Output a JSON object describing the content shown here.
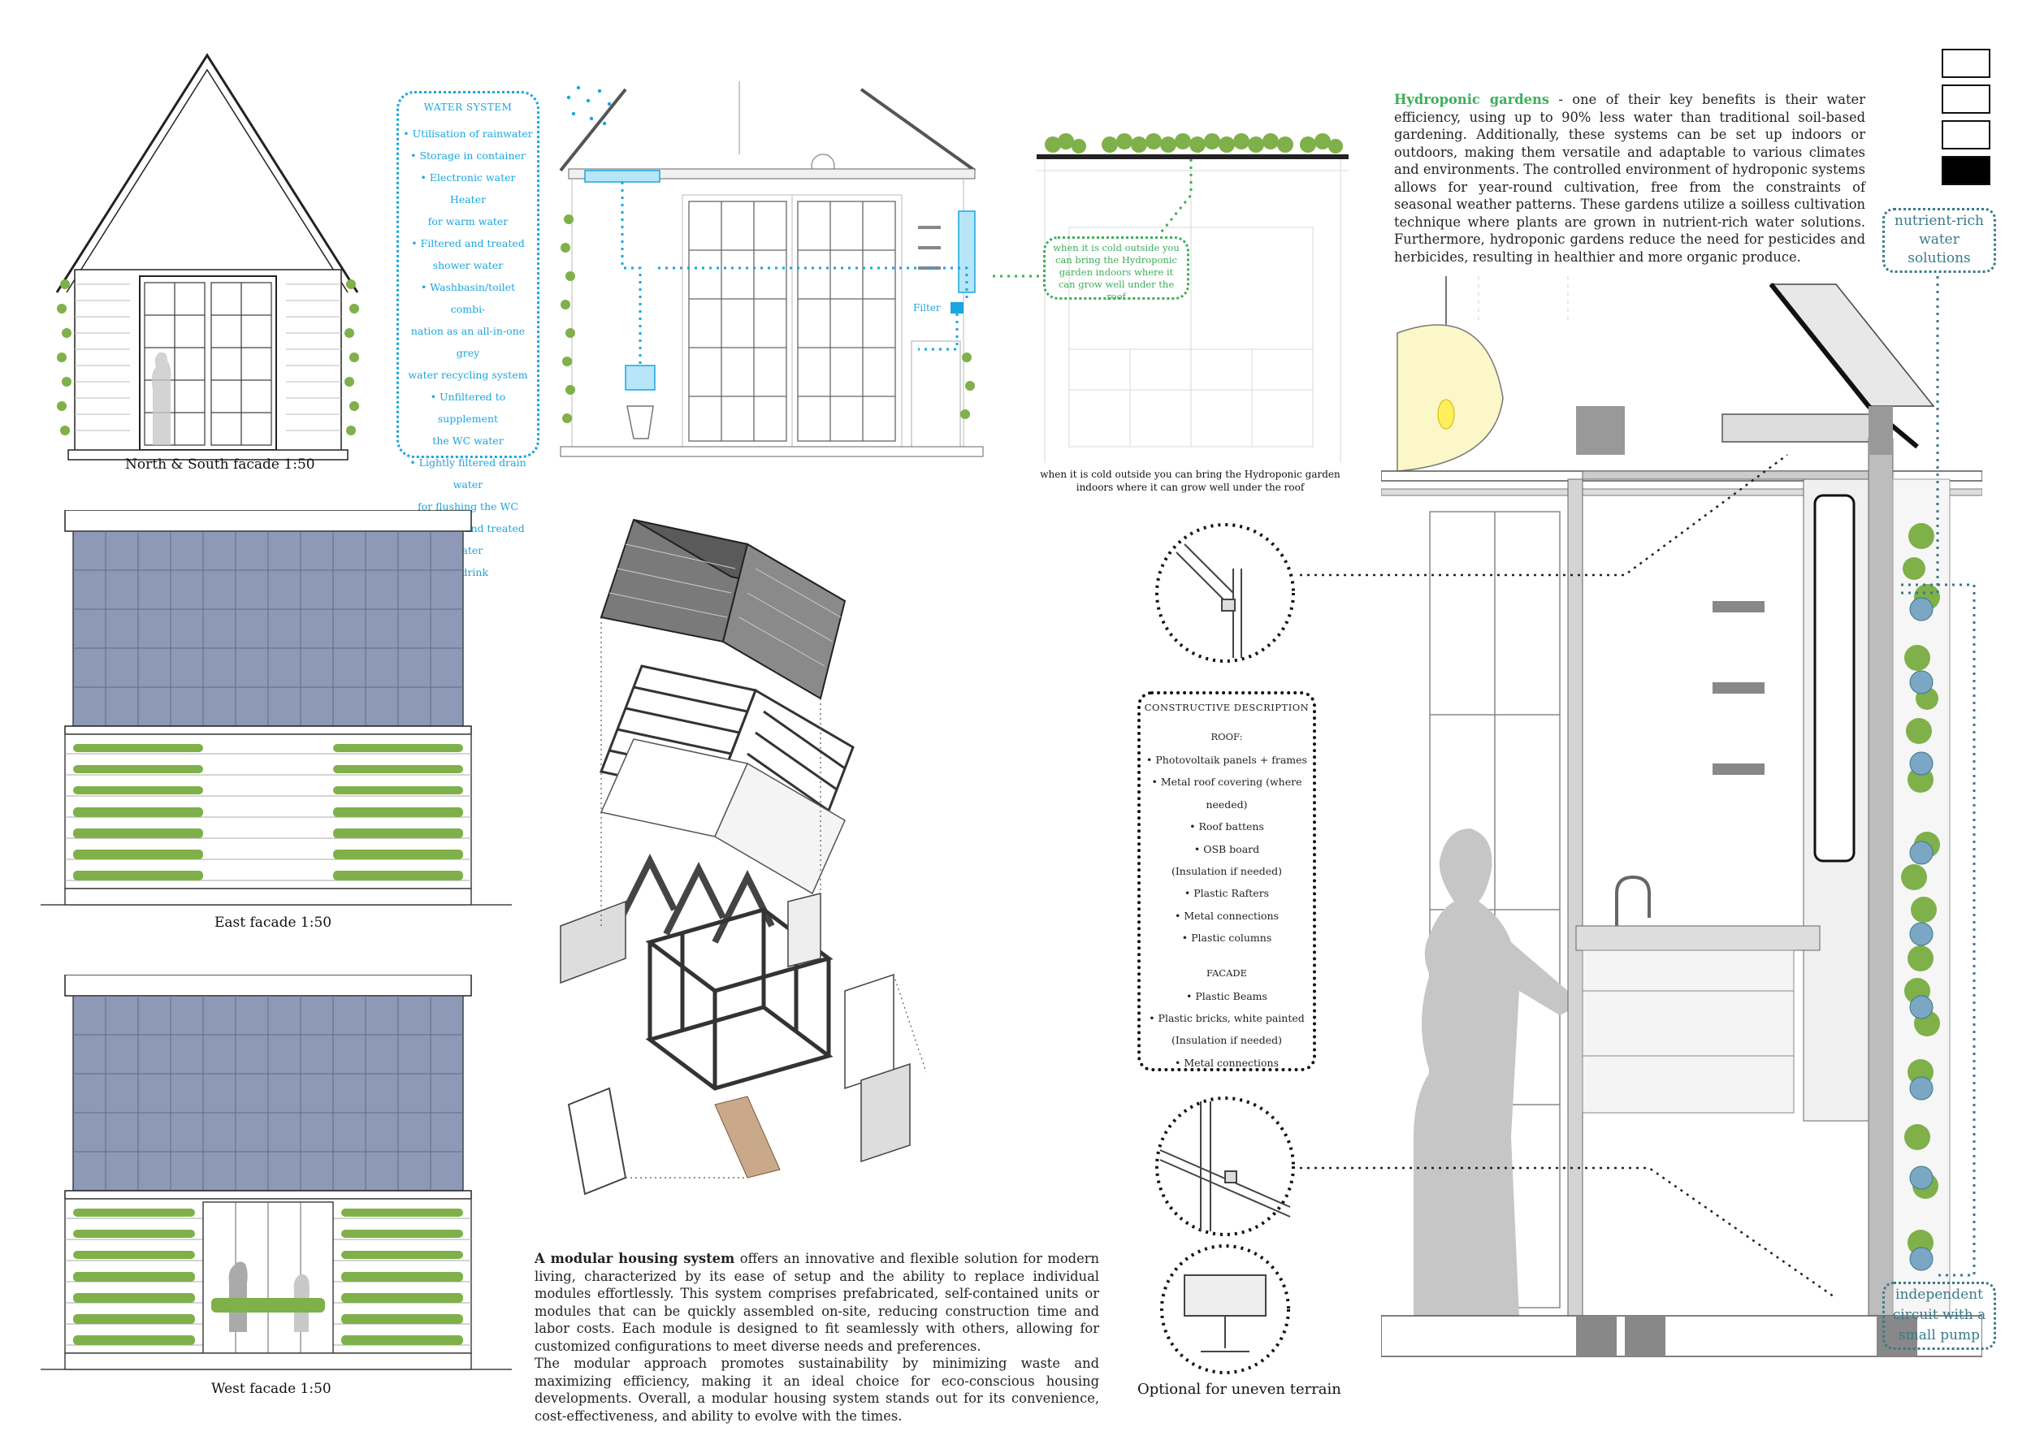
{
  "captions": {
    "north_south": "North & South facade  1:50",
    "east": "East facade  1:50",
    "west": "West facade  1:50",
    "hydro_indoor": "when it is cold outside you can bring the Hydroponic garden indoors where it can grow well under the roof",
    "uneven": "Optional for uneven terrain",
    "filter": "Filter"
  },
  "water_system": {
    "title": "WATER SYSTEM",
    "items": [
      "• Utilisation of rainwater",
      "• Storage in container",
      "• Electronic water Heater",
      "for warm water",
      "• Filtered and treated",
      "shower water",
      "• Washbasin/toilet combi-",
      "nation as an all-in-one grey",
      "water recycling system",
      "• Unfiltered to supplement",
      "the WC water",
      "• Lightly filtered drain water",
      "for flushing the WC",
      "• Filtered and treated water",
      "to drink"
    ]
  },
  "green_note": "when it is cold outside you can bring the Hydroponic garden indoors where it can grow well under the roof",
  "constructive": {
    "title": "CONSTRUCTIVE DESCRIPTION",
    "roof_title": "ROOF:",
    "roof_items": [
      "• Photovoltaik panels + frames",
      "• Metal roof covering (where needed)",
      "• Roof battens",
      "• OSB board",
      "(Insulation if needed)",
      "• Plastic Rafters",
      "• Metal connections",
      "• Plastic columns"
    ],
    "facade_title": "FACADE",
    "facade_items": [
      "• Plastic Beams",
      "• Plastic bricks, white painted",
      "(Insulation if needed)",
      "• Metal connections"
    ]
  },
  "hydroponic": {
    "heading": "Hydroponic gardens",
    "body": " - one of their key benefits is their water efficiency, using up to 90% less water than traditional soil-based gardening. Additionally, these systems can be set up indoors or outdoors, making them versatile and adaptable to various climates and environments. The controlled environment of hydroponic systems allows for year-round cultivation, free from the constraints of seasonal weather patterns. These gardens utilize a soilless cultivation technique where plants are grown in nutrient-rich water solutions. Furthermore, hydroponic gardens reduce the need for pesticides and herbicides, resulting in healthier and more organic produce."
  },
  "modular": {
    "heading": "A modular housing system",
    "body1": " offers an innovative and flexible solution for modern living, characterized by its ease of setup and the ability to replace individual modules effortlessly. This system comprises prefabricated, self-contained units or modules that can be quickly assembled on-site, reducing construction time and labor costs. Each module is designed to fit seamlessly with others, allowing for customized configurations to meet diverse needs and preferences.",
    "body2": "The modular approach promotes sustainability by minimizing waste and maximizing efficiency, making it an ideal choice for eco-conscious housing developments. Overall, a modular housing system stands out for its convenience, cost-effectiveness, and ability to evolve with the times."
  },
  "tags": {
    "nutrient": [
      "nutrient-rich",
      "water",
      "solutions"
    ],
    "circuit": [
      "independent",
      "circuit with a",
      "small pump"
    ]
  },
  "colors": {
    "water": "#1aa6e0",
    "green": "#3fae5a",
    "teal": "#3a7a8a",
    "panel": "#8e99b8",
    "plant": "#7fb04a"
  }
}
